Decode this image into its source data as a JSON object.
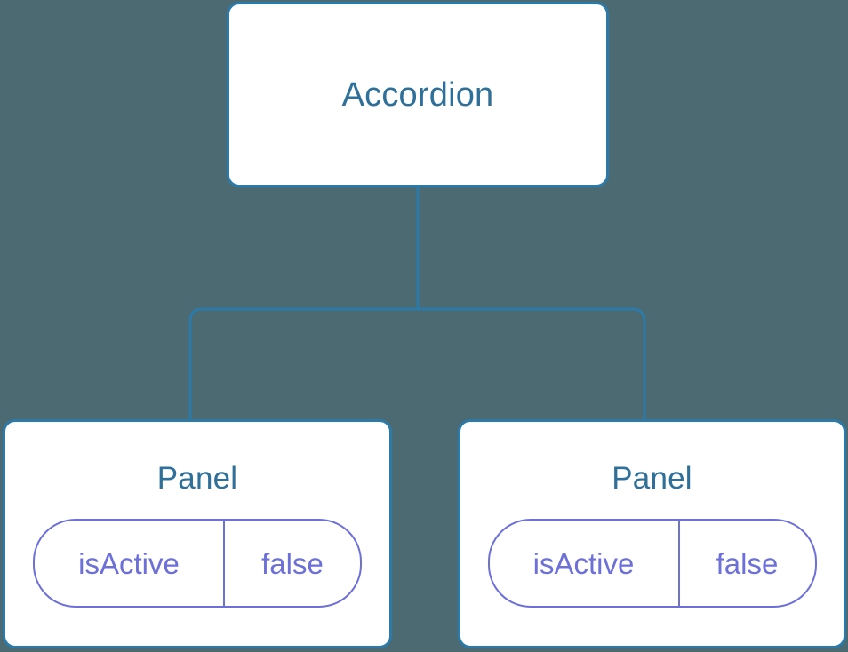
{
  "diagram": {
    "kind": "component-tree",
    "background_color": "#4b6a72",
    "node_border_color": "#2d7aa8",
    "node_title_color": "#2e7099",
    "pill_color": "#6c70d8",
    "connector_color": "#2d7aa8",
    "root": {
      "title": "Accordion"
    },
    "children": [
      {
        "title": "Panel",
        "state": {
          "key": "isActive",
          "value": "false"
        }
      },
      {
        "title": "Panel",
        "state": {
          "key": "isActive",
          "value": "false"
        }
      }
    ]
  }
}
